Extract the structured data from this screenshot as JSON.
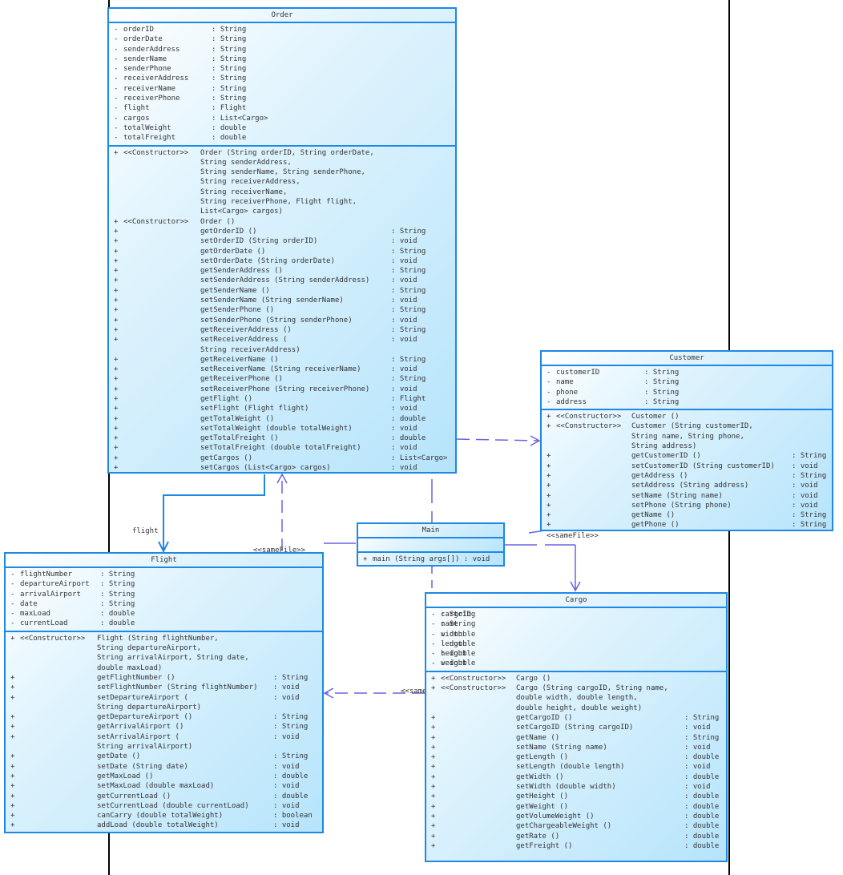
{
  "diagram": {
    "classes": [
      {
        "id": "order",
        "title": "Order",
        "attrs": [
          {
            "vis": "-",
            "name": "orderID",
            "type": ": String"
          },
          {
            "vis": "-",
            "name": "orderDate",
            "type": ": String"
          },
          {
            "vis": "-",
            "name": "senderAddress",
            "type": ": String"
          },
          {
            "vis": "-",
            "name": "senderName",
            "type": ": String"
          },
          {
            "vis": "-",
            "name": "senderPhone",
            "type": ": String"
          },
          {
            "vis": "-",
            "name": "receiverAddress",
            "type": ": String"
          },
          {
            "vis": "-",
            "name": "receiverName",
            "type": ": String"
          },
          {
            "vis": "-",
            "name": "receiverPhone",
            "type": ": String"
          },
          {
            "vis": "-",
            "name": "flight",
            "type": ": Flight"
          },
          {
            "vis": "-",
            "name": "cargos",
            "type": ": List<Cargo>"
          },
          {
            "vis": "-",
            "name": "totalWeight",
            "type": ": double"
          },
          {
            "vis": "-",
            "name": "totalFreight",
            "type": ": double"
          }
        ],
        "ops": [
          {
            "vis": "+",
            "stereo": "<<Constructor>>",
            "name": "Order (String orderID, String orderDate,",
            "type": ""
          },
          {
            "vis": "",
            "stereo": "",
            "name": "String senderAddress,",
            "type": ""
          },
          {
            "vis": "",
            "stereo": "",
            "name": "String senderName, String senderPhone,",
            "type": ""
          },
          {
            "vis": "",
            "stereo": "",
            "name": "String receiverAddress,",
            "type": ""
          },
          {
            "vis": "",
            "stereo": "",
            "name": "String receiverName,",
            "type": ""
          },
          {
            "vis": "",
            "stereo": "",
            "name": "String receiverPhone, Flight flight,",
            "type": ""
          },
          {
            "vis": "",
            "stereo": "",
            "name": "List<Cargo> cargos)",
            "type": ""
          },
          {
            "vis": "+",
            "stereo": "<<Constructor>>",
            "name": "Order ()",
            "type": ""
          },
          {
            "vis": "+",
            "stereo": "",
            "name": "getOrderID ()",
            "type": ": String"
          },
          {
            "vis": "+",
            "stereo": "",
            "name": "setOrderID (String orderID)",
            "type": ": void"
          },
          {
            "vis": "+",
            "stereo": "",
            "name": "getOrderDate ()",
            "type": ": String"
          },
          {
            "vis": "+",
            "stereo": "",
            "name": "setOrderDate (String orderDate)",
            "type": ": void"
          },
          {
            "vis": "+",
            "stereo": "",
            "name": "getSenderAddress ()",
            "type": ": String"
          },
          {
            "vis": "+",
            "stereo": "",
            "name": "setSenderAddress (String senderAddress)",
            "type": ": void"
          },
          {
            "vis": "+",
            "stereo": "",
            "name": "getSenderName ()",
            "type": ": String"
          },
          {
            "vis": "+",
            "stereo": "",
            "name": "setSenderName (String senderName)",
            "type": ": void"
          },
          {
            "vis": "+",
            "stereo": "",
            "name": "getSenderPhone ()",
            "type": ": String"
          },
          {
            "vis": "+",
            "stereo": "",
            "name": "setSenderPhone (String senderPhone)",
            "type": ": void"
          },
          {
            "vis": "+",
            "stereo": "",
            "name": "getReceiverAddress ()",
            "type": ": String"
          },
          {
            "vis": "+",
            "stereo": "",
            "name": "setReceiverAddress (",
            "type": ": void"
          },
          {
            "vis": "",
            "stereo": "",
            "name": "String receiverAddress)",
            "type": ""
          },
          {
            "vis": "+",
            "stereo": "",
            "name": "getReceiverName ()",
            "type": ": String"
          },
          {
            "vis": "+",
            "stereo": "",
            "name": "setReceiverName (String receiverName)",
            "type": ": void"
          },
          {
            "vis": "+",
            "stereo": "",
            "name": "getReceiverPhone ()",
            "type": ": String"
          },
          {
            "vis": "+",
            "stereo": "",
            "name": "setReceiverPhone (String receiverPhone)",
            "type": ": void"
          },
          {
            "vis": "+",
            "stereo": "",
            "name": "getFlight ()",
            "type": ": Flight"
          },
          {
            "vis": "+",
            "stereo": "",
            "name": "setFlight (Flight flight)",
            "type": ": void"
          },
          {
            "vis": "+",
            "stereo": "",
            "name": "getTotalWeight ()",
            "type": ": double"
          },
          {
            "vis": "+",
            "stereo": "",
            "name": "setTotalWeight (double totalWeight)",
            "type": ": void"
          },
          {
            "vis": "+",
            "stereo": "",
            "name": "getTotalFreight ()",
            "type": ": double"
          },
          {
            "vis": "+",
            "stereo": "",
            "name": "setTotalFreight (double totalFreight)",
            "type": ": void"
          },
          {
            "vis": "+",
            "stereo": "",
            "name": "getCargos ()",
            "type": ": List<Cargo>"
          },
          {
            "vis": "+",
            "stereo": "",
            "name": "setCargos (List<Cargo> cargos)",
            "type": ": void"
          },
          {
            "vis": "",
            "stereo": "",
            "name": "...",
            "type": ""
          }
        ]
      },
      {
        "id": "customer",
        "title": "Customer",
        "attrs": [
          {
            "vis": "-",
            "name": "customerID",
            "type": ": String"
          },
          {
            "vis": "-",
            "name": "name",
            "type": ": String"
          },
          {
            "vis": "-",
            "name": "phone",
            "type": ": String"
          },
          {
            "vis": "-",
            "name": "address",
            "type": ": String"
          }
        ],
        "ops": [
          {
            "vis": "+",
            "stereo": "<<Constructor>>",
            "name": "Customer ()",
            "type": ""
          },
          {
            "vis": "+",
            "stereo": "<<Constructor>>",
            "name": "Customer (String customerID,",
            "type": ""
          },
          {
            "vis": "",
            "stereo": "",
            "name": "String name, String phone,",
            "type": ""
          },
          {
            "vis": "",
            "stereo": "",
            "name": "String address)",
            "type": ""
          },
          {
            "vis": "+",
            "stereo": "",
            "name": "getCustomerID ()",
            "type": ": String"
          },
          {
            "vis": "+",
            "stereo": "",
            "name": "setCustomerID (String customerID)",
            "type": ": void"
          },
          {
            "vis": "+",
            "stereo": "",
            "name": "getAddress ()",
            "type": ": String"
          },
          {
            "vis": "+",
            "stereo": "",
            "name": "setAddress (String address)",
            "type": ": void"
          },
          {
            "vis": "+",
            "stereo": "",
            "name": "setName (String name)",
            "type": ": void"
          },
          {
            "vis": "+",
            "stereo": "",
            "name": "setPhone (String phone)",
            "type": ": void"
          },
          {
            "vis": "+",
            "stereo": "",
            "name": "getName ()",
            "type": ": String"
          },
          {
            "vis": "+",
            "stereo": "",
            "name": "getPhone ()",
            "type": ": String"
          }
        ]
      },
      {
        "id": "main",
        "title": "Main",
        "attrs": [],
        "ops": [
          {
            "vis": "+",
            "stereo": "",
            "name": "main (String args[]) : void",
            "type": ""
          }
        ]
      },
      {
        "id": "flight",
        "title": "Flight",
        "attrs": [
          {
            "vis": "-",
            "name": "flightNumber",
            "type": ": String"
          },
          {
            "vis": "-",
            "name": "departureAirport",
            "type": ": String"
          },
          {
            "vis": "-",
            "name": "arrivalAirport",
            "type": ": String"
          },
          {
            "vis": "-",
            "name": "date",
            "type": ": String"
          },
          {
            "vis": "-",
            "name": "maxLoad",
            "type": ": double"
          },
          {
            "vis": "-",
            "name": "currentLoad",
            "type": ": double"
          }
        ],
        "ops": [
          {
            "vis": "+",
            "stereo": "<<Constructor>>",
            "name": "Flight (String flightNumber,",
            "type": ""
          },
          {
            "vis": "",
            "stereo": "",
            "name": "String departureAirport,",
            "type": ""
          },
          {
            "vis": "",
            "stereo": "",
            "name": "String arrivalAirport, String date,",
            "type": ""
          },
          {
            "vis": "",
            "stereo": "",
            "name": "double maxLoad)",
            "type": ""
          },
          {
            "vis": "+",
            "stereo": "",
            "name": "getFlightNumber ()",
            "type": ": String"
          },
          {
            "vis": "+",
            "stereo": "",
            "name": "setFlightNumber (String flightNumber)",
            "type": ": void"
          },
          {
            "vis": "+",
            "stereo": "",
            "name": "setDepartureAirport (",
            "type": ": void"
          },
          {
            "vis": "",
            "stereo": "",
            "name": "String departureAirport)",
            "type": ""
          },
          {
            "vis": "+",
            "stereo": "",
            "name": "getDepartureAirport ()",
            "type": ": String"
          },
          {
            "vis": "+",
            "stereo": "",
            "name": "getArrivalAirport ()",
            "type": ": String"
          },
          {
            "vis": "+",
            "stereo": "",
            "name": "setArrivalAirport (",
            "type": ": void"
          },
          {
            "vis": "",
            "stereo": "",
            "name": "String arrivalAirport)",
            "type": ""
          },
          {
            "vis": "+",
            "stereo": "",
            "name": "getDate ()",
            "type": ": String"
          },
          {
            "vis": "+",
            "stereo": "",
            "name": "setDate (String date)",
            "type": ": void"
          },
          {
            "vis": "+",
            "stereo": "",
            "name": "getMaxLoad ()",
            "type": ": double"
          },
          {
            "vis": "+",
            "stereo": "",
            "name": "setMaxLoad (double maxLoad)",
            "type": ": void"
          },
          {
            "vis": "+",
            "stereo": "",
            "name": "getCurrentLoad ()",
            "type": ": double"
          },
          {
            "vis": "+",
            "stereo": "",
            "name": "setCurrentLoad (double currentLoad)",
            "type": ": void"
          },
          {
            "vis": "+",
            "stereo": "",
            "name": "canCarry (double totalWeight)",
            "type": ": boolean"
          },
          {
            "vis": "+",
            "stereo": "",
            "name": "addLoad (double totalWeight)",
            "type": ": void"
          }
        ]
      },
      {
        "id": "cargo",
        "title": "Cargo",
        "attrs": [
          {
            "vis": "-",
            "name": "cargoID",
            "type": ": String"
          },
          {
            "vis": "-",
            "name": "name",
            "type": ": String"
          },
          {
            "vis": "-",
            "name": "width",
            "type": ": double"
          },
          {
            "vis": "-",
            "name": "length",
            "type": ": double"
          },
          {
            "vis": "-",
            "name": "height",
            "type": ": double"
          },
          {
            "vis": "-",
            "name": "weight",
            "type": ": double"
          }
        ],
        "ops": [
          {
            "vis": "+",
            "stereo": "<<Constructor>>",
            "name": "Cargo ()",
            "type": ""
          },
          {
            "vis": "+",
            "stereo": "<<Constructor>>",
            "name": "Cargo (String cargoID, String name,",
            "type": ""
          },
          {
            "vis": "",
            "stereo": "",
            "name": "double width, double length,",
            "type": ""
          },
          {
            "vis": "",
            "stereo": "",
            "name": "double height, double weight)",
            "type": ""
          },
          {
            "vis": "+",
            "stereo": "",
            "name": "getCargoID ()",
            "type": ": String"
          },
          {
            "vis": "+",
            "stereo": "",
            "name": "setCargoID (String cargoID)",
            "type": ": void"
          },
          {
            "vis": "+",
            "stereo": "",
            "name": "getName ()",
            "type": ": String"
          },
          {
            "vis": "+",
            "stereo": "",
            "name": "setName (String name)",
            "type": ": void"
          },
          {
            "vis": "+",
            "stereo": "",
            "name": "getLength ()",
            "type": ": double"
          },
          {
            "vis": "+",
            "stereo": "",
            "name": "setLength (double length)",
            "type": ": void"
          },
          {
            "vis": "+",
            "stereo": "",
            "name": "getWidth ()",
            "type": ": double"
          },
          {
            "vis": "+",
            "stereo": "",
            "name": "setWidth (double width)",
            "type": ": void"
          },
          {
            "vis": "+",
            "stereo": "",
            "name": "getHeight ()",
            "type": ": double"
          },
          {
            "vis": "+",
            "stereo": "",
            "name": "getWeight ()",
            "type": ": double"
          },
          {
            "vis": "+",
            "stereo": "",
            "name": "getVolumeWeight ()",
            "type": ": double"
          },
          {
            "vis": "+",
            "stereo": "",
            "name": "getChargeableWeight ()",
            "type": ": double"
          },
          {
            "vis": "+",
            "stereo": "",
            "name": "getRate ()",
            "type": ": double"
          },
          {
            "vis": "+",
            "stereo": "",
            "name": "getFreight ()",
            "type": ": double"
          }
        ]
      }
    ],
    "labels": {
      "flight_role": "flight",
      "samefile_1": "<<sameFile>>",
      "samefile_2": "<<sameFile>>",
      "samefile_3": "<<same"
    },
    "colors": {
      "border": "#1e88e5",
      "link": "#6c63e0",
      "text": "#333333"
    }
  }
}
